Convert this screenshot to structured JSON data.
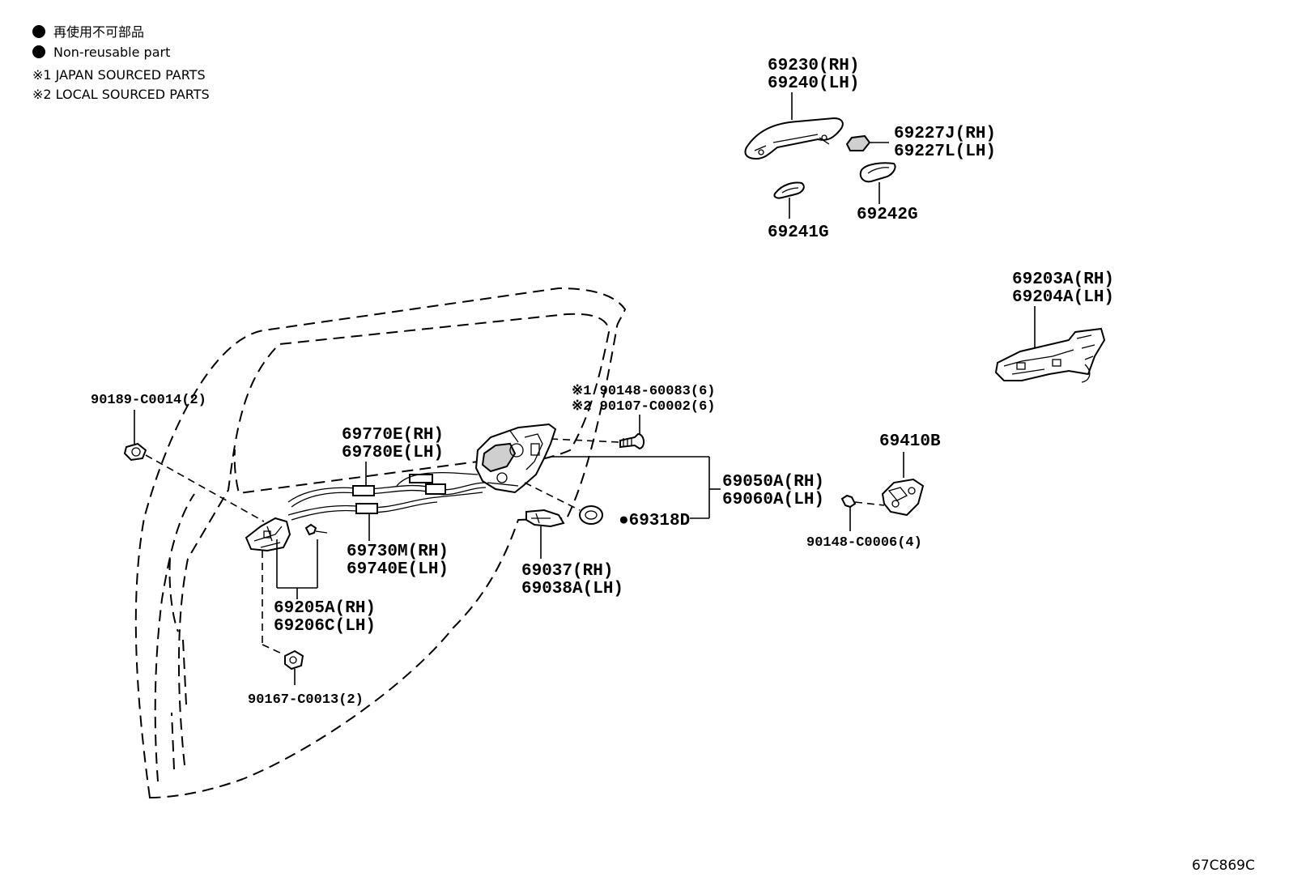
{
  "legend": {
    "non_reusable_ja": "再使用不可部品",
    "non_reusable_en": "Non-reusable part",
    "note1": "※1 JAPAN SOURCED PARTS",
    "note2": "※2 LOCAL SOURCED PARTS"
  },
  "parts": {
    "outside_handle": {
      "rh": "69230(RH)",
      "lh": "69240(LH)"
    },
    "handle_cover": {
      "rh": "69227J(RH)",
      "lh": "69227L(LH)"
    },
    "pad_front": "69241G",
    "pad_rear": "69242G",
    "frame": {
      "rh": "69203A(RH)",
      "lh": "69204A(LH)"
    },
    "clip": "90189-C0014(2)",
    "screw_top": {
      "s1": "※1 90148-60083(6)",
      "s2": "※2 90107-C0002(6)"
    },
    "cable_upper": {
      "rh": "69770E(RH)",
      "lh": "69780E(LH)"
    },
    "cable_lower": {
      "rh": "69730M(RH)",
      "lh": "69740E(LH)"
    },
    "lock": {
      "rh": "69050A(RH)",
      "lh": "69060A(LH)"
    },
    "striker": "69410B",
    "striker_screw": "90148-C0006(4)",
    "seal": "●69318D",
    "inside_handle": {
      "rh": "69205A(RH)",
      "lh": "69206C(LH)"
    },
    "lock_rod": {
      "rh": "69037(RH)",
      "lh": "69038A(LH)"
    },
    "bolt_bottom": "90167-C0013(2)"
  },
  "figure_code": "67C869C"
}
